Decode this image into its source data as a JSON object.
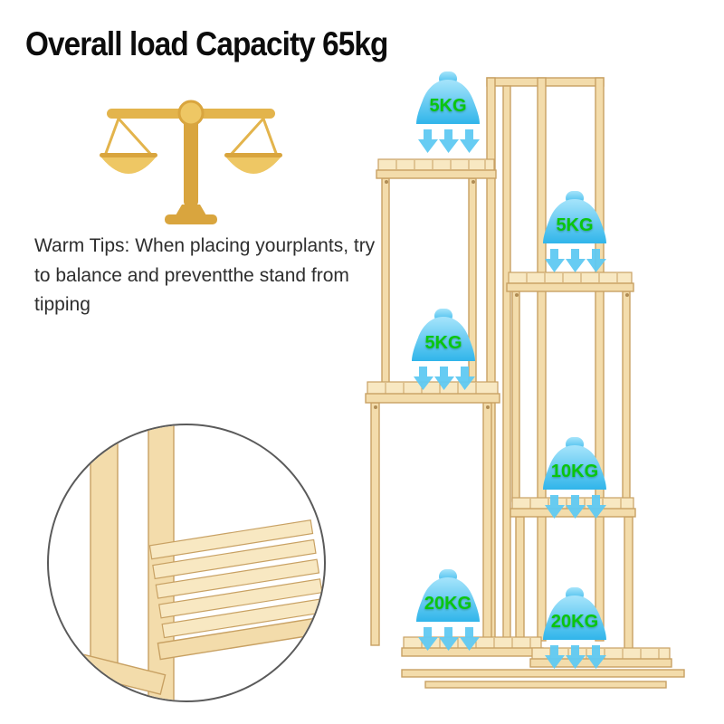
{
  "title": "Overall load Capacity 65kg",
  "tips": "Warm Tips: When placing yourplants, try to balance and preventthe stand from tipping",
  "weights": [
    {
      "tier": "top-left-shelf",
      "label": "5KG"
    },
    {
      "tier": "upper-right-shelf",
      "label": "5KG"
    },
    {
      "tier": "middle-left-shelf",
      "label": "5KG"
    },
    {
      "tier": "lower-right-shelf",
      "label": "10KG"
    },
    {
      "tier": "bottom-left-shelf",
      "label": "20KG"
    },
    {
      "tier": "bottom-right-shelf",
      "label": "20KG"
    }
  ],
  "icons": {
    "scale": "balance-scale",
    "weight": "weight-kettle",
    "arrows": "triple-down-arrows"
  },
  "colors": {
    "weight_blue": "#30b5ea",
    "weight_blue_light": "#a6e4fb",
    "label_green": "#0ac60f",
    "wood_fill": "#f3dcab",
    "wood_stroke": "#c8a163",
    "scale_gold": "#e3b44c",
    "scale_gold_dark": "#d9a53e",
    "title_color": "#0c0c0c",
    "tips_color": "#2e2e2e"
  }
}
